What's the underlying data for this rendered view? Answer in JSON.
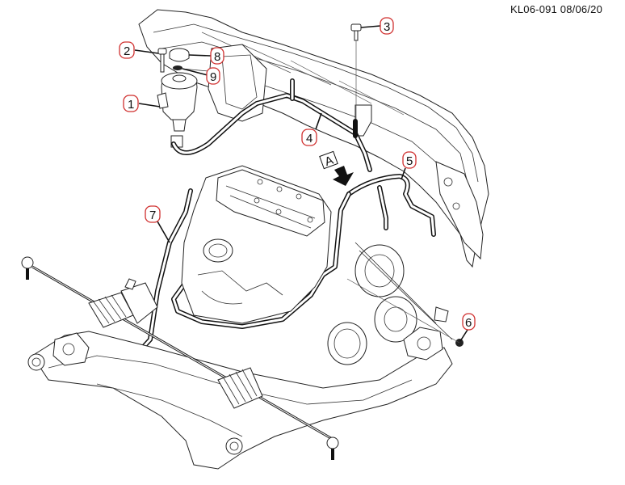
{
  "header": {
    "document_id": "KL06-091",
    "date": "08/06/20",
    "id_line": "KL06-091  08/06/20"
  },
  "view_marker": {
    "label": "A"
  },
  "callouts": [
    {
      "number": "1",
      "part": "reservoir"
    },
    {
      "number": "2",
      "part": "reservoir-bolt"
    },
    {
      "number": "3",
      "part": "bracket-bolt"
    },
    {
      "number": "4",
      "part": "return-hose"
    },
    {
      "number": "5",
      "part": "pressure-hose"
    },
    {
      "number": "6",
      "part": "nut"
    },
    {
      "number": "7",
      "part": "steering-gear-hose"
    },
    {
      "number": "8",
      "part": "reservoir-cap"
    },
    {
      "number": "9",
      "part": "cap-seal"
    }
  ],
  "colors": {
    "callout_border": "#d0302f",
    "line": "#111111",
    "background": "#ffffff"
  }
}
